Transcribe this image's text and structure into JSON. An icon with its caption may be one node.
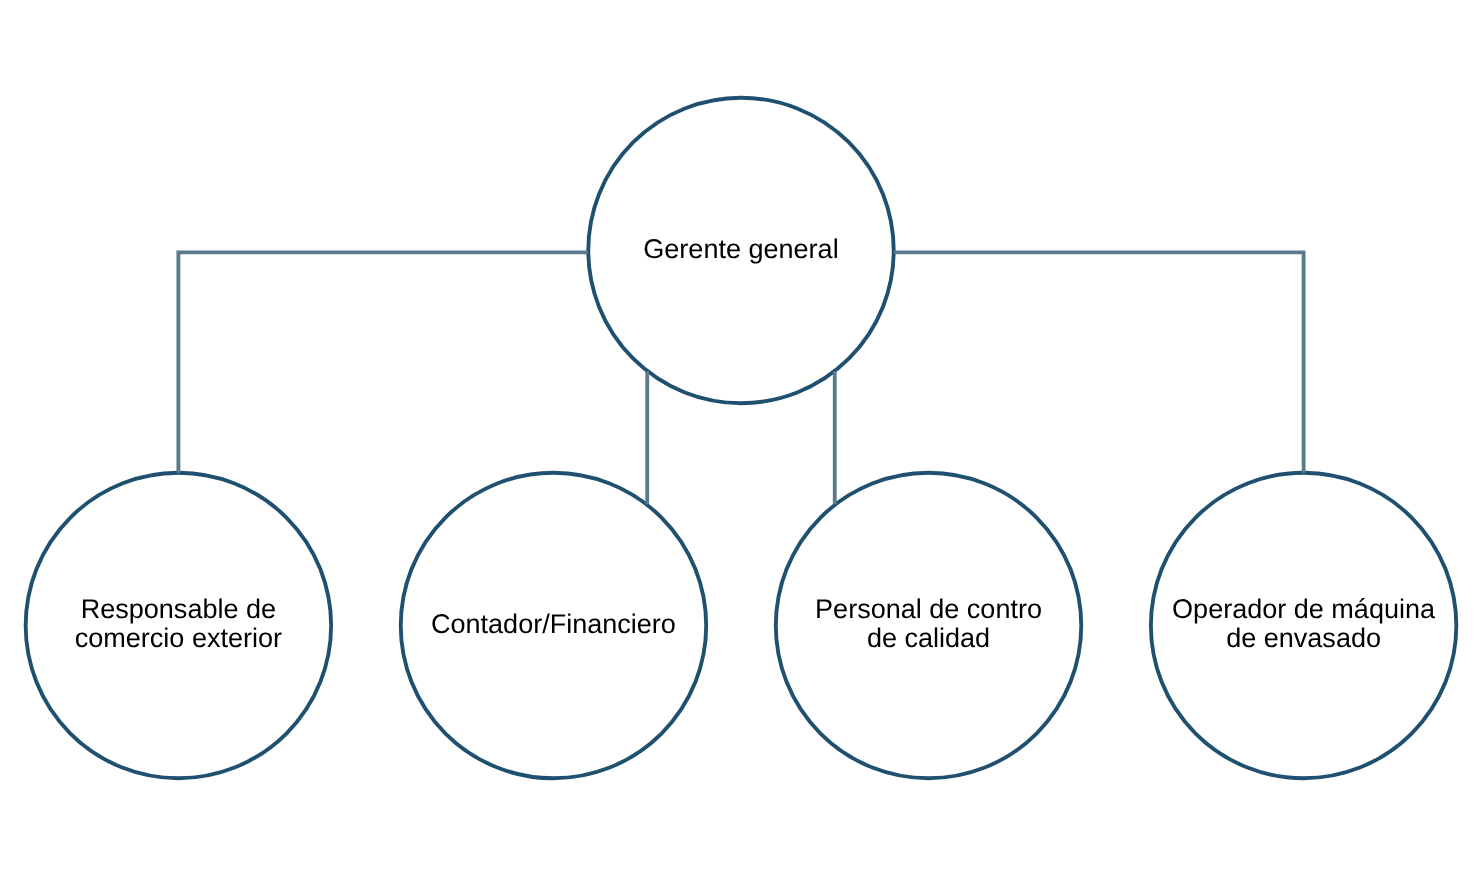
{
  "diagram": {
    "nodes": [
      {
        "text": [
          "Gerente general"
        ]
      },
      {
        "text": [
          "Responsable de comercio exterior"
        ]
      },
      {
        "text": [
          "Contador/Financiero"
        ]
      },
      {
        "text": [
          "Personal de contro de calidad"
        ]
      },
      {
        "text": [
          "Operador de máquina de envasado"
        ]
      }
    ],
    "edges": [
      {
        "from": 0,
        "to": 1,
        "arrow": "none"
      },
      {
        "from": 0,
        "to": 2,
        "arrow": "none"
      },
      {
        "from": 0,
        "to": 3,
        "arrow": "none"
      },
      {
        "from": 0,
        "to": 4,
        "arrow": "none"
      }
    ]
  }
}
